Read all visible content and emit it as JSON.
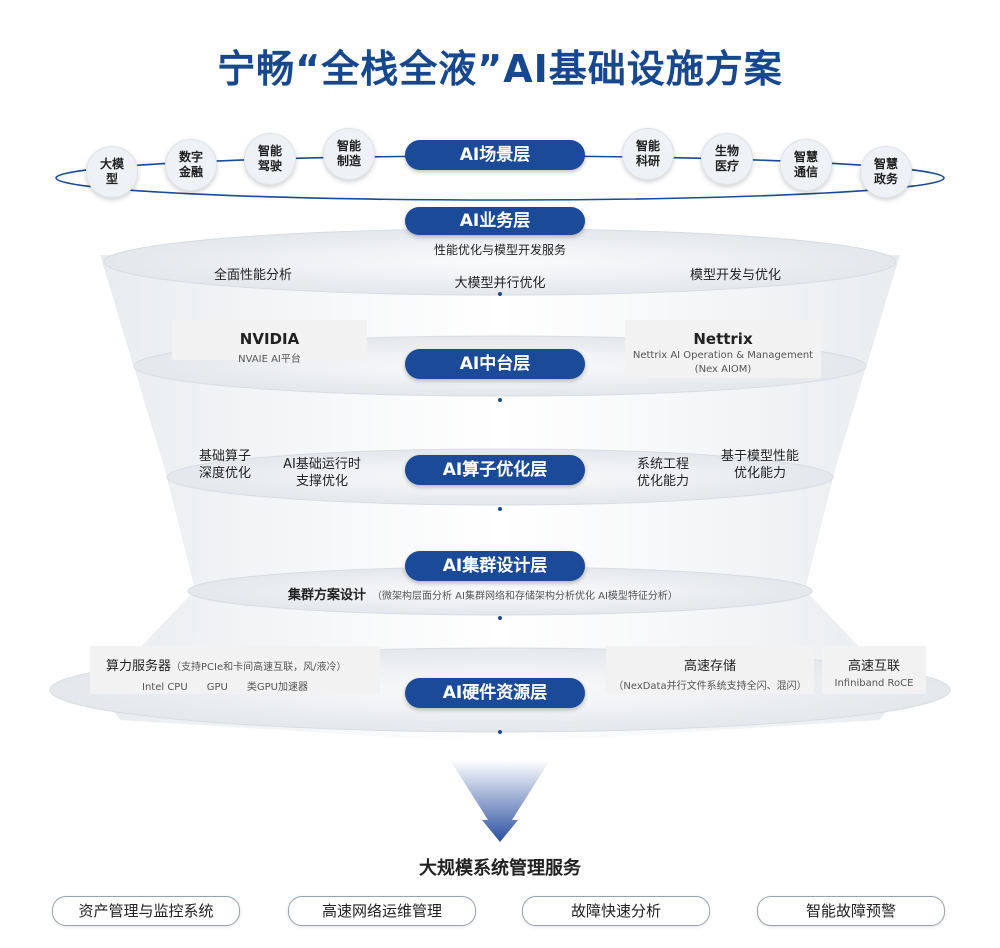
{
  "title": "宁畅“全栈全液”AI基础设施方案",
  "scene_layer": {
    "label": "AI场景层",
    "left_items": [
      "大模型",
      "数字金融",
      "智能驾驶",
      "智能制造"
    ],
    "right_items": [
      "智能科研",
      "生物医疗",
      "智慧通信",
      "智慧政务"
    ]
  },
  "business_layer": {
    "label": "AI业务层",
    "subtitle": "性能优化与模型开发服务",
    "items": [
      "全面性能分析",
      "大模型并行优化",
      "模型开发与优化"
    ]
  },
  "platform_layer": {
    "label": "AI中台层",
    "left_title": "NVIDIA",
    "left_sub": "NVAIE AI平台",
    "right_title": "Nettrix",
    "right_sub1": "Nettrix AI Operation & Management",
    "right_sub2": "(Nex AIOM)"
  },
  "compute_layer": {
    "label": "AI算子优化层",
    "left1": "基础算子\n深度优化",
    "left2": "AI基础运行时\n支撑优化",
    "right1": "系统工程\n优化能力",
    "right2": "基于模型性能\n优化能力"
  },
  "cluster_layer": {
    "label": "AI集群设计层",
    "main": "集群方案设计",
    "detail": "（微架构层面分析 AI集群网络和存储架构分析优化  AI模型特征分析）"
  },
  "hardware_layer": {
    "label": "AI硬件资源层",
    "compute_title": "算力服务器",
    "compute_note": "（支持PCIe和卡间高速互联，风/液冷）",
    "compute_items": "Intel CPU      GPU      类GPU加速器",
    "storage_title": "高速存储",
    "storage_note": "（NexData并行文件系统支持全闪、混闪）",
    "network_title": "高速互联",
    "network_items": "Infiniband  RoCE"
  },
  "services": {
    "title": "大规模系统管理服务",
    "items": [
      "资产管理与监控系统",
      "高速网络运维管理",
      "故障快速分析",
      "智能故障预警"
    ]
  },
  "colors": {
    "brand": "#1a4a98",
    "title": "#16478f"
  }
}
